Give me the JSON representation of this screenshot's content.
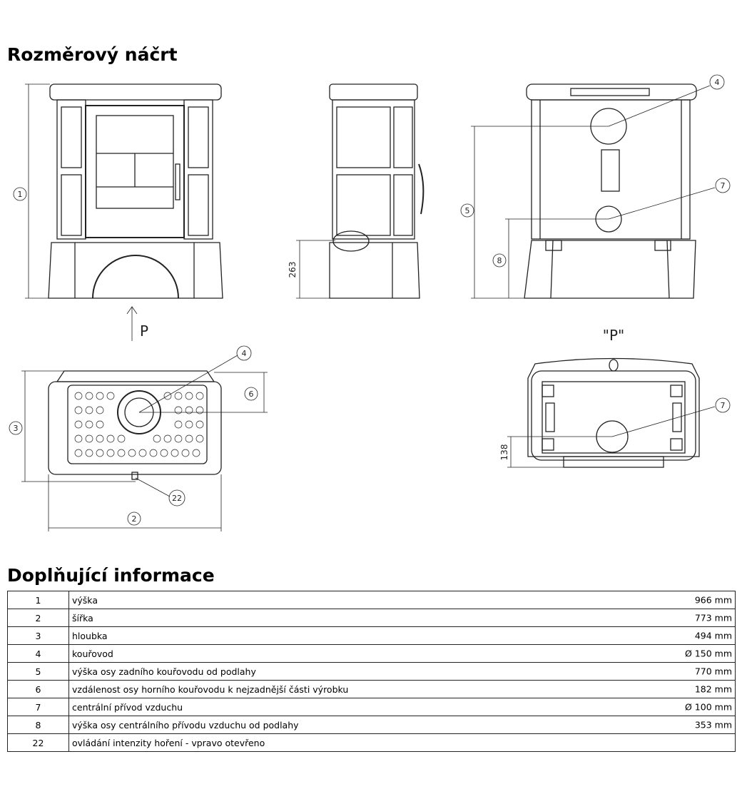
{
  "titles": {
    "sketch": "Rozměrový náčrt",
    "info": "Doplňující informace"
  },
  "drawing_labels": {
    "c1": "1",
    "c2": "2",
    "c3": "3",
    "c4a": "4",
    "c4b": "4",
    "c5": "5",
    "c6": "6",
    "c7a": "7",
    "c7b": "7",
    "c8": "8",
    "c22": "22",
    "dim263": "263",
    "dim138": "138",
    "arrow_p": "P",
    "view_p": "\"P\""
  },
  "rows": [
    {
      "num": "1",
      "desc": "výška",
      "value": "966 mm"
    },
    {
      "num": "2",
      "desc": "šířka",
      "value": "773 mm"
    },
    {
      "num": "3",
      "desc": "hloubka",
      "value": "494 mm"
    },
    {
      "num": "4",
      "desc": "kouřovod",
      "value": "Ø 150 mm"
    },
    {
      "num": "5",
      "desc": "výška osy zadního kouřovodu od podlahy",
      "value": "770 mm"
    },
    {
      "num": "6",
      "desc": "vzdálenost osy horního kouřovodu k nejzadnější části výrobku",
      "value": "182 mm"
    },
    {
      "num": "7",
      "desc": "centrální přívod vzduchu",
      "value": "Ø 100 mm"
    },
    {
      "num": "8",
      "desc": "výška osy centrálního přívodu vzduchu od podlahy",
      "value": "353 mm"
    },
    {
      "num": "22",
      "desc": "ovládání intenzity hoření - vpravo otevřeno",
      "value": ""
    }
  ]
}
